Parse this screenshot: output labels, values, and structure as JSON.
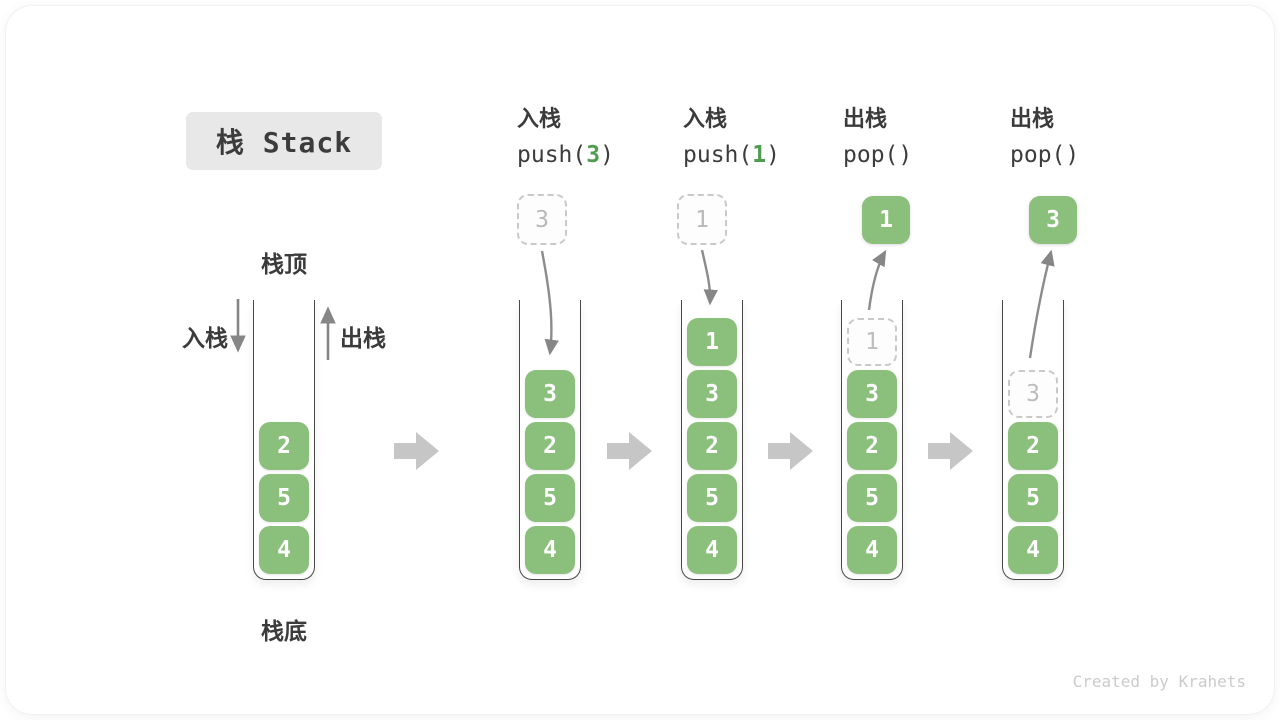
{
  "title": {
    "label": "栈 Stack"
  },
  "labels": {
    "stack_top": "栈顶",
    "stack_bottom": "栈底",
    "push_side": "入栈",
    "pop_side": "出栈"
  },
  "operations": [
    {
      "name": "入栈",
      "code_pre": "push(",
      "code_arg": "3",
      "code_post": ")"
    },
    {
      "name": "入栈",
      "code_pre": "push(",
      "code_arg": "1",
      "code_post": ")"
    },
    {
      "name": "出栈",
      "code_pre": "pop()",
      "code_arg": "",
      "code_post": ""
    },
    {
      "name": "出栈",
      "code_pre": "pop()",
      "code_arg": "",
      "code_post": ""
    }
  ],
  "columns": [
    {
      "name": "initial-stack",
      "floating": null,
      "items": [
        {
          "value": "2",
          "slot": 2,
          "type": "solid"
        },
        {
          "value": "5",
          "slot": 3,
          "type": "solid"
        },
        {
          "value": "4",
          "slot": 4,
          "type": "solid"
        }
      ]
    },
    {
      "name": "after-push-3",
      "floating": {
        "value": "3",
        "type": "dashed"
      },
      "items": [
        {
          "value": "3",
          "slot": 1,
          "type": "solid"
        },
        {
          "value": "2",
          "slot": 2,
          "type": "solid"
        },
        {
          "value": "5",
          "slot": 3,
          "type": "solid"
        },
        {
          "value": "4",
          "slot": 4,
          "type": "solid"
        }
      ]
    },
    {
      "name": "after-push-1",
      "floating": {
        "value": "1",
        "type": "dashed"
      },
      "items": [
        {
          "value": "1",
          "slot": 0,
          "type": "solid"
        },
        {
          "value": "3",
          "slot": 1,
          "type": "solid"
        },
        {
          "value": "2",
          "slot": 2,
          "type": "solid"
        },
        {
          "value": "5",
          "slot": 3,
          "type": "solid"
        },
        {
          "value": "4",
          "slot": 4,
          "type": "solid"
        }
      ]
    },
    {
      "name": "after-pop-1",
      "floating": {
        "value": "1",
        "type": "solid"
      },
      "items": [
        {
          "value": "1",
          "slot": 0,
          "type": "dashed"
        },
        {
          "value": "3",
          "slot": 1,
          "type": "solid"
        },
        {
          "value": "2",
          "slot": 2,
          "type": "solid"
        },
        {
          "value": "5",
          "slot": 3,
          "type": "solid"
        },
        {
          "value": "4",
          "slot": 4,
          "type": "solid"
        }
      ]
    },
    {
      "name": "after-pop-3",
      "floating": {
        "value": "3",
        "type": "solid"
      },
      "items": [
        {
          "value": "3",
          "slot": 1,
          "type": "dashed"
        },
        {
          "value": "2",
          "slot": 2,
          "type": "solid"
        },
        {
          "value": "5",
          "slot": 3,
          "type": "solid"
        },
        {
          "value": "4",
          "slot": 4,
          "type": "solid"
        }
      ]
    }
  ],
  "footer": {
    "credit": "Created by Krahets"
  },
  "icons": {
    "next_step_arrow": "block-right-arrow-icon",
    "push_arrow": "curved-down-arrow-icon",
    "pop_arrow": "curved-up-arrow-icon",
    "push_direction": "down-arrow-icon",
    "pop_direction": "up-arrow-icon"
  },
  "colors": {
    "item_green": "#8abf7c",
    "code_arg_green": "#4f9e4f",
    "dashed_gray": "#c9c9c9",
    "curved_arrow_gray": "#868686",
    "block_arrow_gray": "#c6c6c6",
    "tube_border": "#474747",
    "title_bg": "#e8e8e8",
    "text_dark": "#3c3c3c",
    "footer_gray": "#cbcbcb"
  }
}
